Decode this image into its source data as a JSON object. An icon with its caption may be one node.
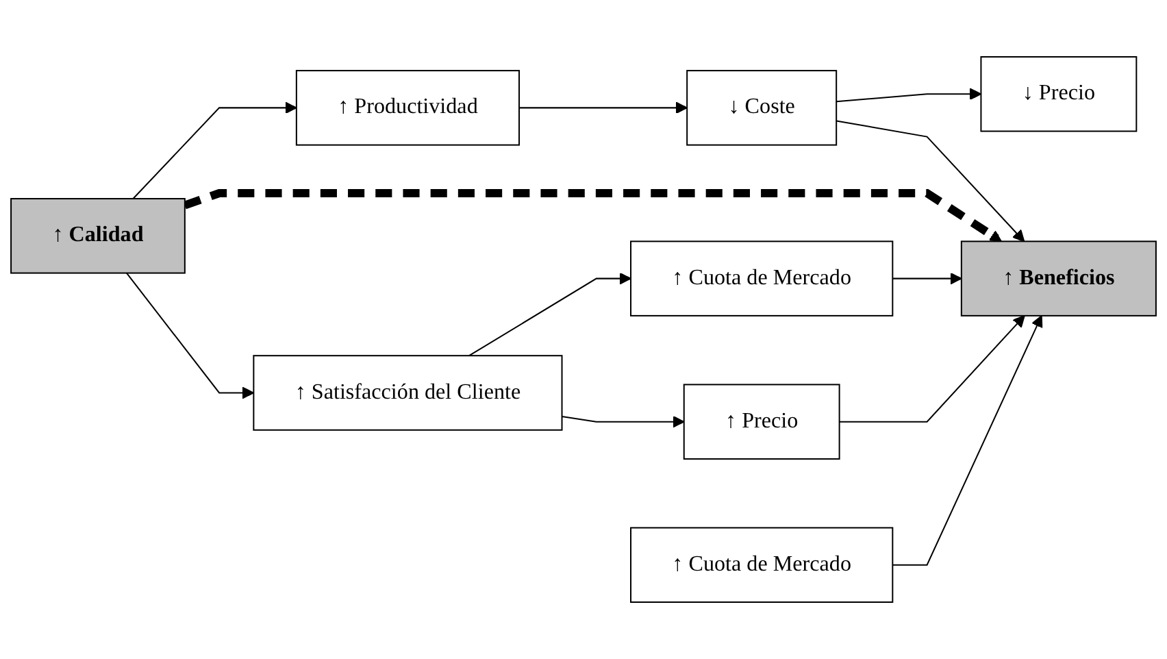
{
  "diagram": {
    "nodes": [
      {
        "text": [
          "↓ Precio"
        ]
      },
      {
        "text": [
          "↑ Cuota de Mercado"
        ]
      },
      {
        "text": [
          "↑ Productividad"
        ]
      },
      {
        "text": [
          "↓ Coste"
        ]
      },
      {
        "text": [
          "↑ Calidad"
        ]
      },
      {
        "text": [
          "↑ Beneficios"
        ]
      },
      {
        "text": [
          "↑ Satisfacción del Cliente"
        ]
      },
      {
        "text": [
          "↑ Cuota de Mercado"
        ]
      },
      {
        "text": [
          "↑ Precio"
        ]
      }
    ],
    "edges": [
      {
        "from": 4,
        "to": 2,
        "arrow": "to"
      },
      {
        "from": 2,
        "to": 3,
        "arrow": "to"
      },
      {
        "from": 3,
        "to": 0,
        "arrow": "to"
      },
      {
        "from": 3,
        "to": 5,
        "arrow": "to"
      },
      {
        "from": 4,
        "to": 5,
        "arrow": "to",
        "style": "dashed"
      },
      {
        "from": 4,
        "to": 6,
        "arrow": "to"
      },
      {
        "from": 6,
        "to": 7,
        "arrow": "to"
      },
      {
        "from": 7,
        "to": 5,
        "arrow": "to"
      },
      {
        "from": 6,
        "to": 8,
        "arrow": "to"
      },
      {
        "from": 8,
        "to": 5,
        "arrow": "to"
      },
      {
        "from": 1,
        "to": 5,
        "arrow": "to"
      }
    ]
  }
}
